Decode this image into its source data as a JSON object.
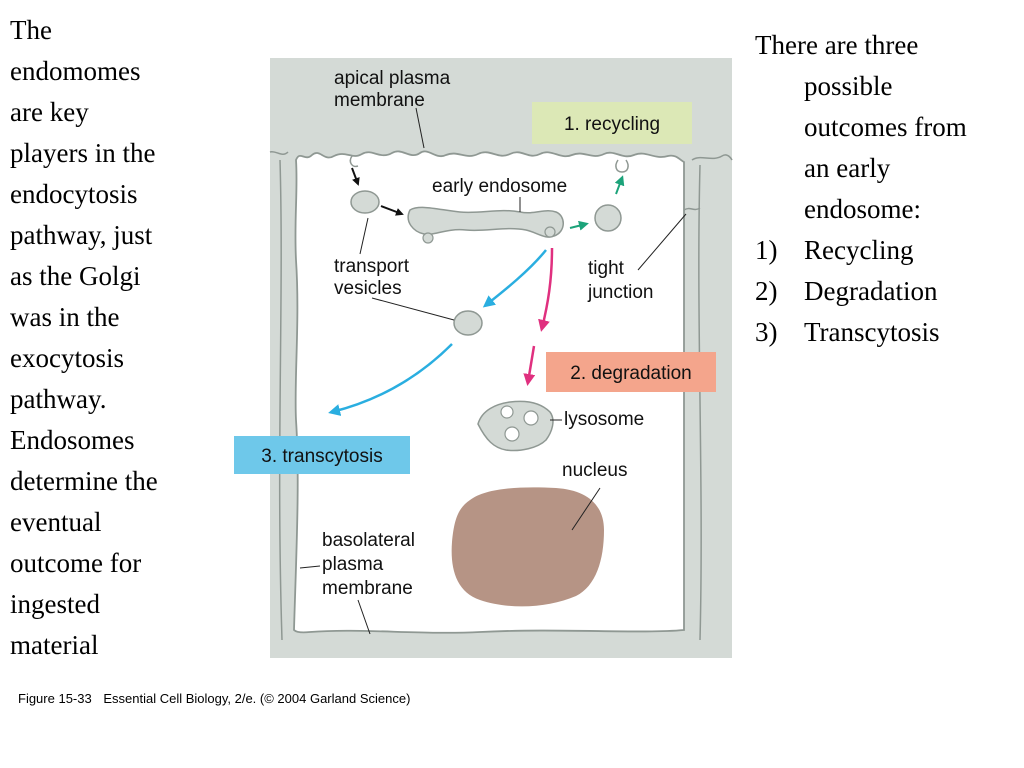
{
  "left_text": {
    "lines": [
      "The",
      "endomomes",
      "are key",
      "players in the",
      "endocytosis",
      "pathway, just",
      "as the Golgi",
      "was in the",
      "exocytosis",
      "pathway.",
      "Endosomes",
      "determine the",
      "eventual",
      "outcome for",
      "ingested",
      "material"
    ]
  },
  "right_text": {
    "intro_lines": [
      "There are three",
      "possible",
      "outcomes from",
      "an early",
      "endosome:"
    ],
    "items": [
      {
        "number": "1)",
        "text": "Recycling"
      },
      {
        "number": "2)",
        "text": "Degradation"
      },
      {
        "number": "3)",
        "text": "Transcytosis"
      }
    ]
  },
  "diagram": {
    "labels": {
      "apical_line1": "apical plasma",
      "apical_line2": "membrane",
      "early_endosome": "early endosome",
      "transport_line1": "transport",
      "transport_line2": "vesicles",
      "tight_line1": "tight",
      "tight_line2": "junction",
      "lysosome": "lysosome",
      "nucleus": "nucleus",
      "basolateral_line1": "basolateral",
      "basolateral_line2": "plasma",
      "basolateral_line3": "membrane"
    },
    "boxes": {
      "recycling": "1. recycling",
      "degradation": "2. degradation",
      "transcytosis": "3. transcytosis"
    },
    "colors": {
      "membrane": "#d4dad6",
      "membrane_stroke": "#8f9893",
      "recycling_box": "#dce8b6",
      "degradation_box": "#f4a58c",
      "transcytosis_box": "#6ec8ea",
      "recycling_arrow": "#1ca37a",
      "degradation_arrow": "#e0307f",
      "transcytosis_arrow": "#2aaee0",
      "nucleus": "#b69485"
    }
  },
  "caption": {
    "figure": "Figure 15-33",
    "source": "Essential Cell Biology, 2/e. (© 2004 Garland Science)"
  }
}
